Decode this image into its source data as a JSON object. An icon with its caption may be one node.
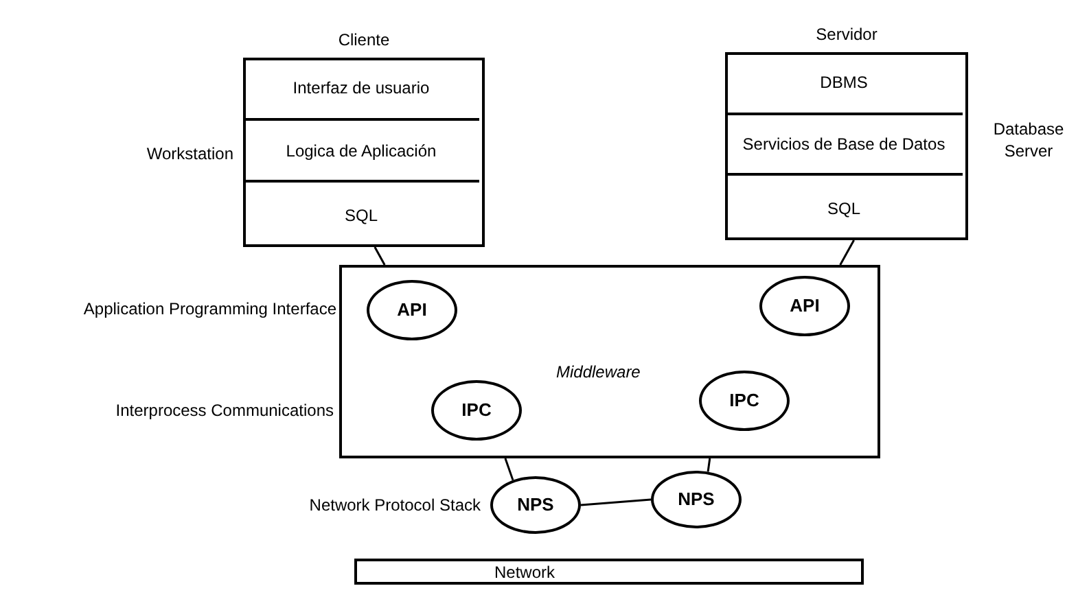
{
  "diagram": {
    "nodes": [
      {
        "text": [
          "Cliente"
        ],
        "beside": [
          "Workstation"
        ]
      },
      {
        "text": [
          "Interfaz de usuario"
        ],
        "in": 0
      },
      {
        "text": [
          "Logica de Aplicación"
        ],
        "in": 0
      },
      {
        "text": [
          "SQL"
        ],
        "in": 0
      },
      {
        "text": [
          "Servidor"
        ],
        "beside": [
          "Database Server"
        ]
      },
      {
        "text": [
          "DBMS"
        ],
        "in": 4
      },
      {
        "text": [
          "Servicios de Base de Datos"
        ],
        "in": 4
      },
      {
        "text": [
          "SQL"
        ],
        "in": 4
      },
      {
        "text": [
          "Middleware"
        ]
      },
      {
        "text": [
          "API"
        ],
        "in": 8,
        "beside": [
          "Application Programming Interface"
        ]
      },
      {
        "text": [
          "API"
        ],
        "in": 8
      },
      {
        "text": [
          "IPC"
        ],
        "in": 8
      },
      {
        "text": [
          "IPC"
        ],
        "in": 8
      },
      {
        "text": [
          "NPS"
        ],
        "beside": [
          "Network Protocol Stack"
        ]
      },
      {
        "text": [
          "NPS"
        ]
      },
      {
        "text": [
          "Network"
        ]
      }
    ],
    "edges": [
      {
        "from": 3,
        "to": 8,
        "arrow": "none"
      },
      {
        "from": 7,
        "to": 8,
        "arrow": "none"
      },
      {
        "from": 8,
        "to": 13,
        "arrow": "none"
      },
      {
        "from": 8,
        "to": 14,
        "arrow": "none"
      },
      {
        "from": 13,
        "to": 14,
        "arrow": "none"
      }
    ],
    "labels": [
      "Interprocess Communications"
    ]
  }
}
